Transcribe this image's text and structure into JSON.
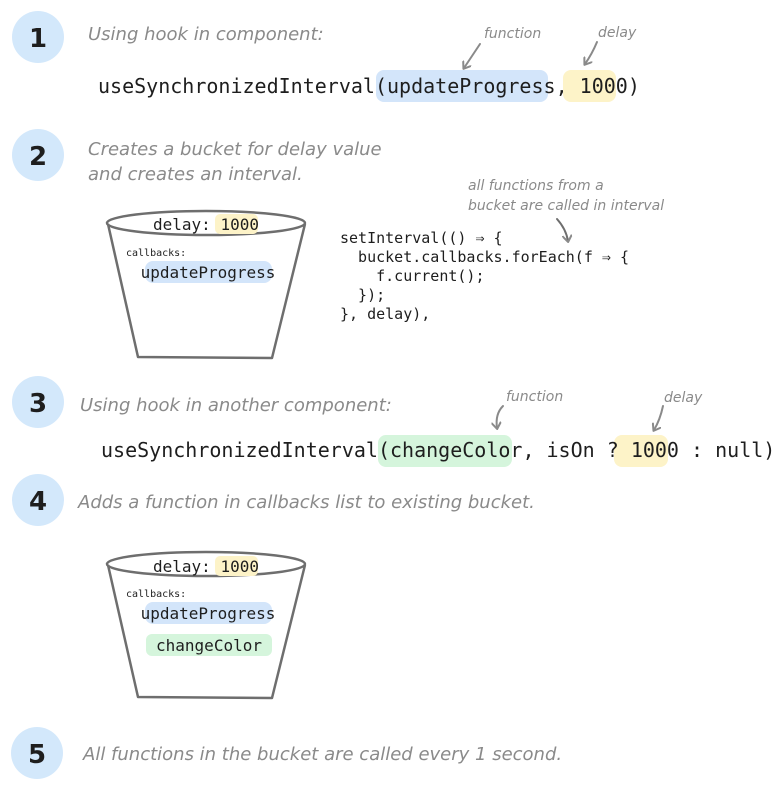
{
  "steps": [
    {
      "num": "1",
      "text": "Using hook in component:"
    },
    {
      "num": "2",
      "text_line1": "Creates a bucket for delay value",
      "text_line2": "and creates an interval."
    },
    {
      "num": "3",
      "text": "Using hook in another component:"
    },
    {
      "num": "4",
      "text": "Adds a function in callbacks list to existing bucket."
    },
    {
      "num": "5",
      "text": "All functions in the bucket are called every 1 second."
    }
  ],
  "annotations": {
    "function_label": "function",
    "delay_label": "delay",
    "interval_note_line1": "all functions from a",
    "interval_note_line2": "bucket are called in interval"
  },
  "code1": {
    "prefix": "useSynchronizedInterval(",
    "fn": "updateProgress",
    "sep": ", ",
    "delay": "1000",
    "suffix": ")"
  },
  "code3": {
    "prefix": "useSynchronizedInterval(",
    "fn": "changeColor",
    "sep": ", isOn ? ",
    "delay": "1000",
    "suffix": " : null)"
  },
  "interval_code": [
    "setInterval(() ⇒ {",
    "  bucket.callbacks.forEach(f ⇒ {",
    "    f.current();",
    "  });",
    "}, delay),"
  ],
  "bucket1": {
    "delay_label": "delay: ",
    "delay_value": "1000",
    "callbacks_label": "callbacks:",
    "callbacks": [
      "updateProgress"
    ]
  },
  "bucket2": {
    "delay_label": "delay: ",
    "delay_value": "1000",
    "callbacks_label": "callbacks:",
    "callbacks": [
      "updateProgress",
      "changeColor"
    ]
  },
  "colors": {
    "step_circle": "#d3e8fb",
    "blue_highlight": "#d3e5fa",
    "yellow_highlight": "#fdf3c8",
    "green_highlight": "#d5f5dc",
    "annotation_gray": "#8a8a8a",
    "bucket_stroke": "#6e6e6e"
  }
}
